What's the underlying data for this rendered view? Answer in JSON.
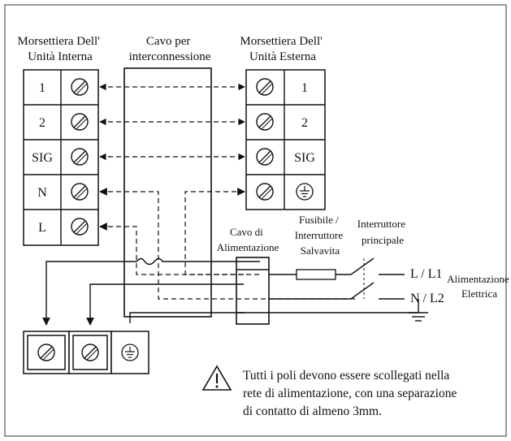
{
  "headings": {
    "internal_terminal": [
      "Morsettiera Dell'",
      "Unità Interna"
    ],
    "interconnection_cable": [
      "Cavo per",
      "interconnessione"
    ],
    "external_terminal": [
      "Morsettiera Dell'",
      "Unità Esterna"
    ],
    "power_cable": [
      "Cavo di",
      "Alimentazione"
    ],
    "fuse": [
      "Fusibile /",
      "Interruttore",
      "Salvavita"
    ],
    "main_switch": [
      "Interruttore",
      "principale"
    ],
    "power_supply": [
      "Alimentazione",
      "Elettrica"
    ]
  },
  "internal_terminals": [
    "1",
    "2",
    "SIG",
    "N",
    "L"
  ],
  "external_terminals": [
    "1",
    "2",
    "SIG"
  ],
  "supply_lines": [
    "L / L1",
    "N / L2"
  ],
  "warning": {
    "icon": "warning-triangle-icon",
    "lines": [
      "Tutti i poli devono essere scollegati nella",
      "rete di alimentazione, con una separazione",
      "di contatto di almeno 3mm."
    ]
  }
}
